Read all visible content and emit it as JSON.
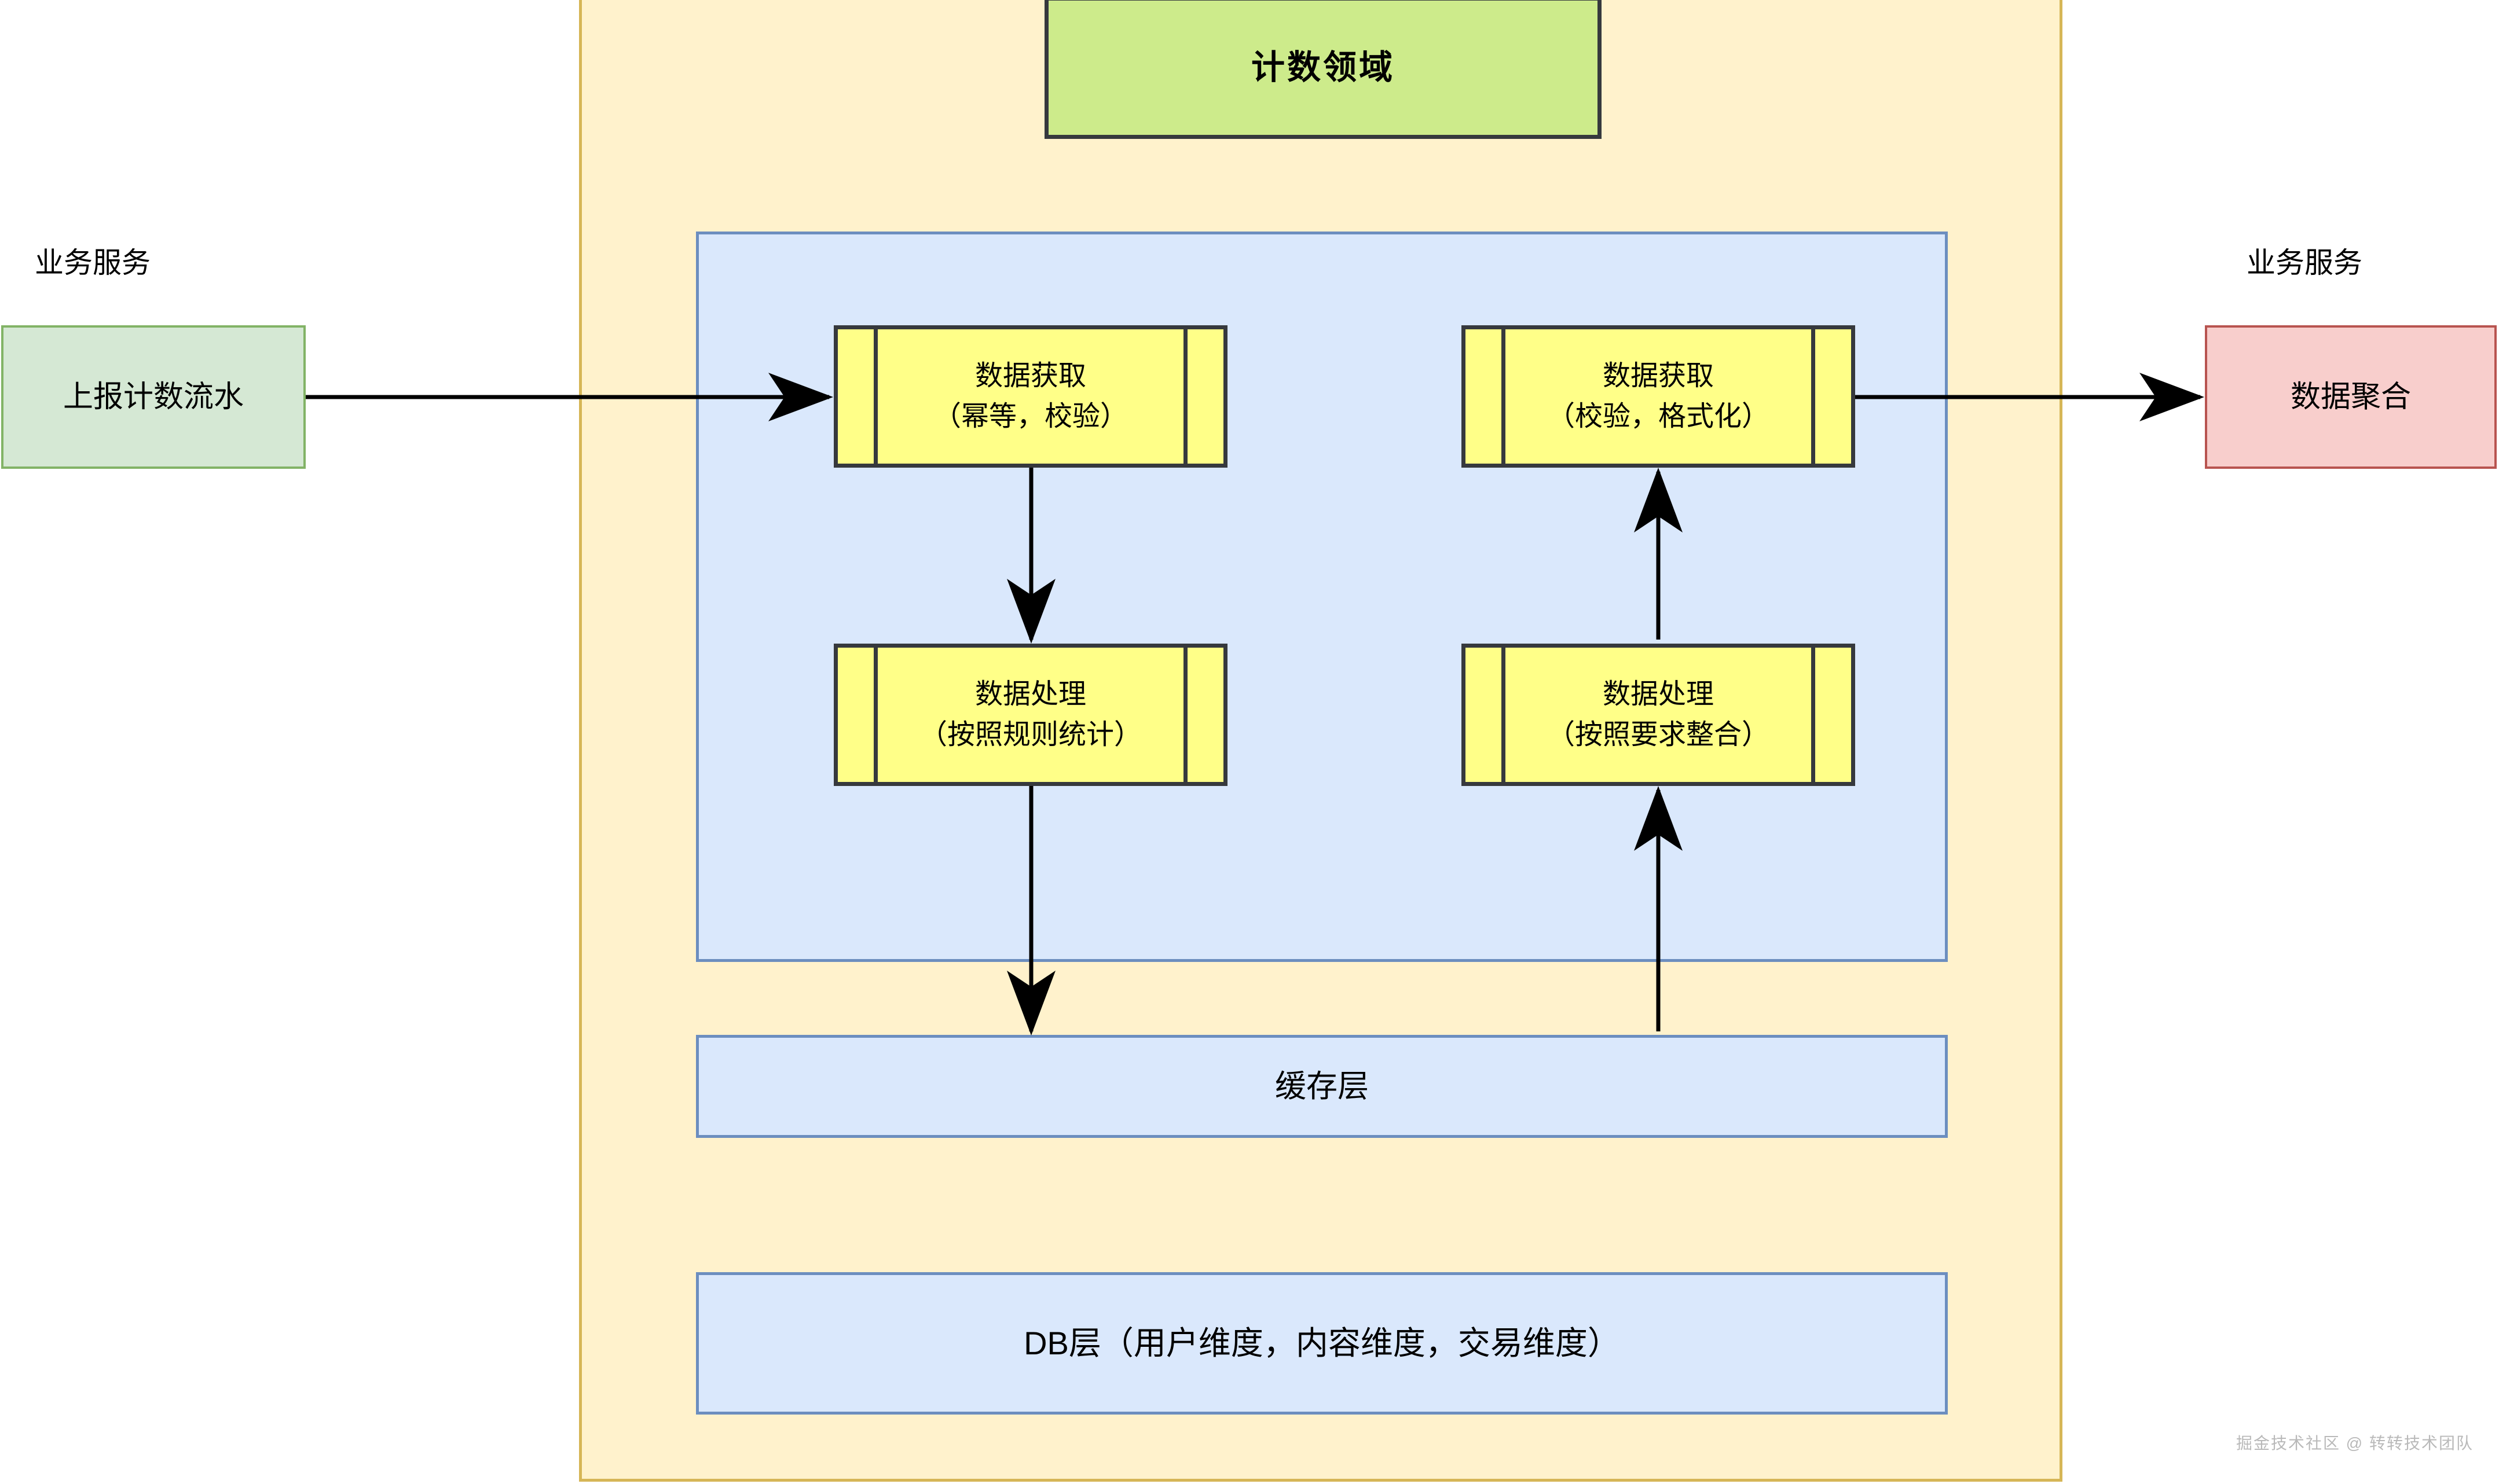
{
  "domain": {
    "title": "计数领域",
    "colors": {
      "domain_fill": "#fff2cc",
      "domain_stroke": "#d6b656",
      "title_fill": "#cdeb8b",
      "title_stroke": "#36393d",
      "service_fill": "#dae8fc",
      "service_stroke": "#6c8ebf",
      "process_fill": "#ffff88",
      "process_stroke": "#36393d",
      "source_fill": "#d5e8d4",
      "source_stroke": "#82b366",
      "sink_fill": "#f8cecc",
      "sink_stroke": "#b85450",
      "arrow": "#000000"
    }
  },
  "external": {
    "source_caption": "业务服务",
    "source_label": "上报计数流水",
    "sink_caption": "业务服务",
    "sink_label": "数据聚合"
  },
  "write_path": {
    "fetch": {
      "title": "数据获取",
      "subtitle": "（幂等，校验）"
    },
    "process": {
      "title": "数据处理",
      "subtitle": "（按照规则统计）"
    }
  },
  "read_path": {
    "fetch": {
      "title": "数据获取",
      "subtitle": "（校验，格式化）"
    },
    "process": {
      "title": "数据处理",
      "subtitle": "（按照要求整合）"
    }
  },
  "layers": {
    "cache": "缓存层",
    "db": "DB层（用户维度，内容维度，交易维度）"
  },
  "watermark": "掘金技术社区 @ 转转技术团队"
}
